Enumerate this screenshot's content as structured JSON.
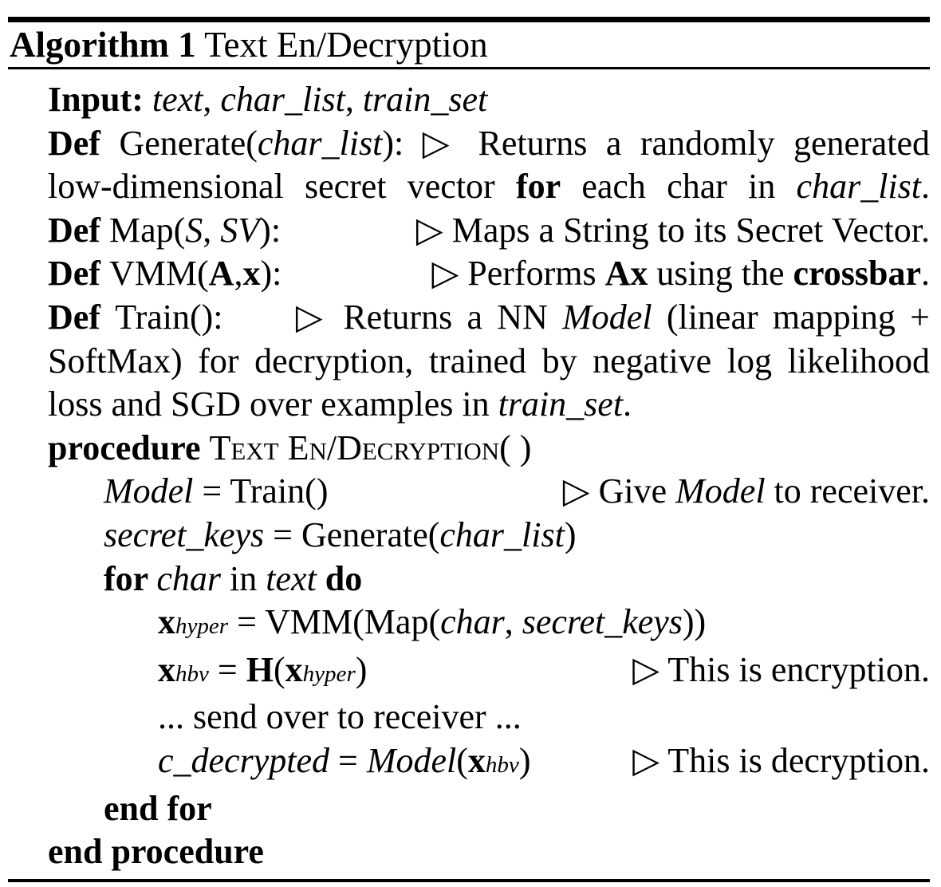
{
  "header": {
    "label": "Algorithm 1",
    "title": "Text En/Decryption"
  },
  "algorithm": {
    "comment_marker": "▷",
    "lines": [
      {
        "indent": 1,
        "align": "left",
        "left": [
          {
            "s": "b",
            "t": "Input: "
          },
          {
            "s": "i",
            "t": "text"
          },
          {
            "s": "r",
            "t": ", "
          },
          {
            "s": "i",
            "t": "char_list"
          },
          {
            "s": "r",
            "t": ", "
          },
          {
            "s": "i",
            "t": "train_set"
          }
        ]
      },
      {
        "indent": 1,
        "align": "justify",
        "left": [
          {
            "s": "b",
            "t": "Def "
          },
          {
            "s": "r",
            "t": "Generate("
          },
          {
            "s": "i",
            "t": "char_list"
          },
          {
            "s": "r",
            "t": "): "
          },
          {
            "s": "tri",
            "t": "▷"
          },
          {
            "s": "r",
            "t": " Returns a randomly generated"
          }
        ]
      },
      {
        "indent": 1,
        "align": "justify",
        "left": [
          {
            "s": "r",
            "t": "low-dimensional secret vector "
          },
          {
            "s": "b",
            "t": "for"
          },
          {
            "s": "r",
            "t": " each char in "
          },
          {
            "s": "i",
            "t": "char_list"
          },
          {
            "s": "r",
            "t": "."
          }
        ]
      },
      {
        "indent": 1,
        "align": "between",
        "left": [
          {
            "s": "b",
            "t": "Def "
          },
          {
            "s": "r",
            "t": "Map("
          },
          {
            "s": "i",
            "t": "S"
          },
          {
            "s": "r",
            "t": ", "
          },
          {
            "s": "i",
            "t": "SV"
          },
          {
            "s": "r",
            "t": "):"
          }
        ],
        "right": [
          {
            "s": "tri",
            "t": "▷ "
          },
          {
            "s": "r",
            "t": "Maps a String to its Secret Vector."
          }
        ]
      },
      {
        "indent": 1,
        "align": "between",
        "left": [
          {
            "s": "b",
            "t": "Def "
          },
          {
            "s": "r",
            "t": "VMM("
          },
          {
            "s": "b",
            "t": "A"
          },
          {
            "s": "r",
            "t": ","
          },
          {
            "s": "b",
            "t": "x"
          },
          {
            "s": "r",
            "t": "):"
          }
        ],
        "right": [
          {
            "s": "tri",
            "t": "▷ "
          },
          {
            "s": "r",
            "t": "Performs "
          },
          {
            "s": "b",
            "t": "Ax"
          },
          {
            "s": "r",
            "t": " using the "
          },
          {
            "s": "b",
            "t": "crossbar"
          },
          {
            "s": "r",
            "t": "."
          }
        ]
      },
      {
        "indent": 1,
        "align": "justify",
        "left": [
          {
            "s": "b",
            "t": "Def "
          },
          {
            "s": "r",
            "t": "Train():     "
          },
          {
            "s": "tri",
            "t": "▷"
          },
          {
            "s": "r",
            "t": " Returns a NN "
          },
          {
            "s": "i",
            "t": "Model"
          },
          {
            "s": "r",
            "t": " (linear mapping +"
          }
        ]
      },
      {
        "indent": 1,
        "align": "justify",
        "left": [
          {
            "s": "r",
            "t": "SoftMax) for decryption, trained by negative log likelihood"
          }
        ]
      },
      {
        "indent": 1,
        "align": "left",
        "left": [
          {
            "s": "r",
            "t": "loss and SGD over examples in "
          },
          {
            "s": "i",
            "t": "train_set"
          },
          {
            "s": "r",
            "t": "."
          }
        ]
      },
      {
        "indent": 1,
        "align": "left",
        "left": [
          {
            "s": "b",
            "t": "procedure "
          },
          {
            "s": "sc",
            "t": "Text En/Decryption"
          },
          {
            "s": "r",
            "t": "( )"
          }
        ]
      },
      {
        "indent": 2,
        "align": "between",
        "left": [
          {
            "s": "i",
            "t": "Model"
          },
          {
            "s": "r",
            "t": " = Train()"
          }
        ],
        "right": [
          {
            "s": "tri",
            "t": "▷ "
          },
          {
            "s": "r",
            "t": "Give "
          },
          {
            "s": "i",
            "t": "Model"
          },
          {
            "s": "r",
            "t": " to receiver."
          }
        ]
      },
      {
        "indent": 2,
        "align": "left",
        "left": [
          {
            "s": "i",
            "t": "secret_keys"
          },
          {
            "s": "r",
            "t": " = Generate("
          },
          {
            "s": "i",
            "t": "char_list"
          },
          {
            "s": "r",
            "t": ")"
          }
        ]
      },
      {
        "indent": 2,
        "align": "left",
        "left": [
          {
            "s": "b",
            "t": "for "
          },
          {
            "s": "i",
            "t": "char"
          },
          {
            "s": "r",
            "t": " in "
          },
          {
            "s": "i",
            "t": "text"
          },
          {
            "s": "b",
            "t": " do"
          }
        ]
      },
      {
        "indent": 3,
        "align": "left",
        "left": [
          {
            "s": "b",
            "t": "x"
          },
          {
            "s": "sub",
            "t": "hyper"
          },
          {
            "s": "r",
            "t": " = VMM(Map("
          },
          {
            "s": "i",
            "t": "char"
          },
          {
            "s": "r",
            "t": ", "
          },
          {
            "s": "i",
            "t": "secret_keys"
          },
          {
            "s": "r",
            "t": "))"
          }
        ]
      },
      {
        "indent": 3,
        "align": "between",
        "left": [
          {
            "s": "b",
            "t": "x"
          },
          {
            "s": "sub",
            "t": "hbv"
          },
          {
            "s": "r",
            "t": " = "
          },
          {
            "s": "b",
            "t": "H"
          },
          {
            "s": "r",
            "t": "("
          },
          {
            "s": "b",
            "t": "x"
          },
          {
            "s": "sub",
            "t": "hyper"
          },
          {
            "s": "r",
            "t": ")"
          }
        ],
        "right": [
          {
            "s": "tri",
            "t": "▷ "
          },
          {
            "s": "r",
            "t": "This is encryption."
          }
        ]
      },
      {
        "indent": 3,
        "align": "left",
        "left": [
          {
            "s": "r",
            "t": "... send over to receiver ..."
          }
        ]
      },
      {
        "indent": 3,
        "align": "between",
        "left": [
          {
            "s": "i",
            "t": "c_decrypted"
          },
          {
            "s": "r",
            "t": " = "
          },
          {
            "s": "i",
            "t": "Model"
          },
          {
            "s": "r",
            "t": "("
          },
          {
            "s": "b",
            "t": "x"
          },
          {
            "s": "sub",
            "t": "hbv"
          },
          {
            "s": "r",
            "t": ")"
          }
        ],
        "right": [
          {
            "s": "tri",
            "t": "▷ "
          },
          {
            "s": "r",
            "t": "This is decryption."
          }
        ]
      },
      {
        "indent": 2,
        "align": "left",
        "left": [
          {
            "s": "b",
            "t": "end for"
          }
        ]
      },
      {
        "indent": 1,
        "align": "left",
        "left": [
          {
            "s": "b",
            "t": "end procedure"
          }
        ]
      }
    ]
  }
}
